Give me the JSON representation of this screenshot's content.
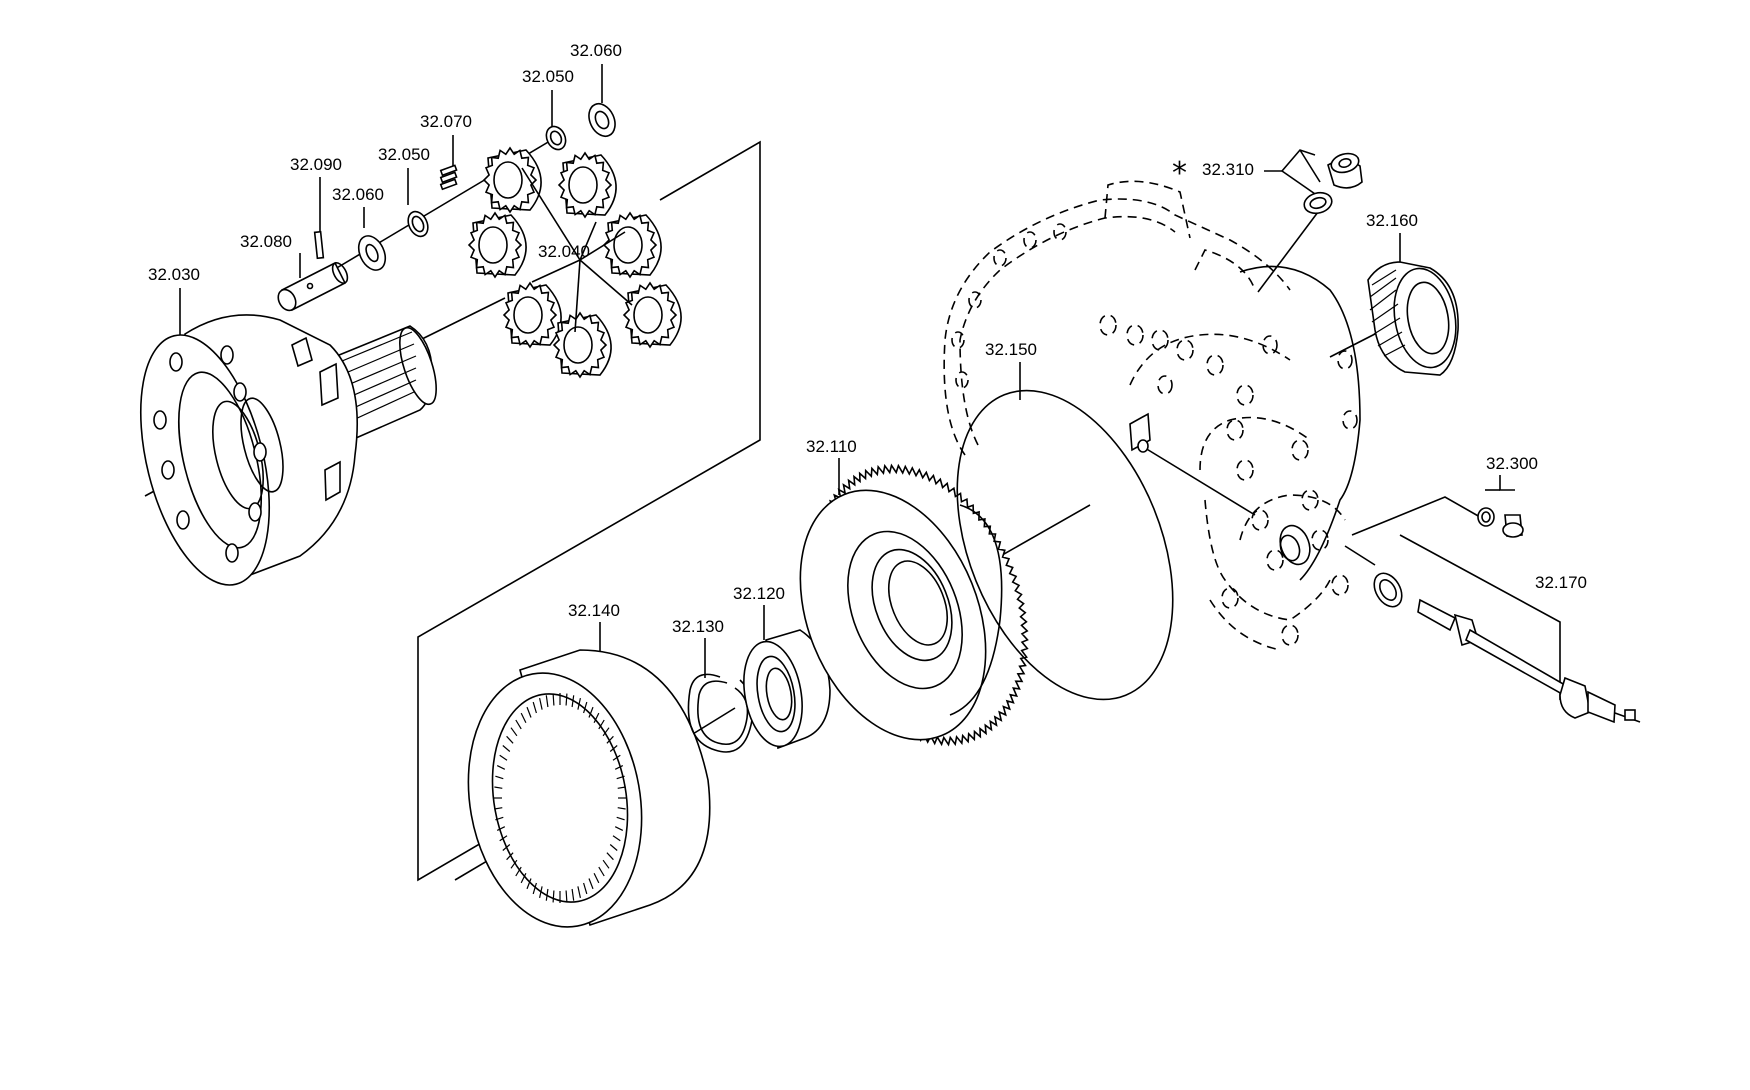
{
  "labels": {
    "p32_060_top": "32.060",
    "p32_050_top": "32.050",
    "p32_070": "32.070",
    "p32_090": "32.090",
    "p32_050_mid": "32.050",
    "p32_060_mid": "32.060",
    "p32_080": "32.080",
    "p32_030": "32.030",
    "p32_040": "32.040",
    "p32_310": "32.310",
    "p32_160": "32.160",
    "p32_150": "32.150",
    "p32_110": "32.110",
    "p32_300": "32.300",
    "p32_120": "32.120",
    "p32_130": "32.130",
    "p32_140": "32.140",
    "p32_170": "32.170"
  },
  "marker_symbol": "*"
}
